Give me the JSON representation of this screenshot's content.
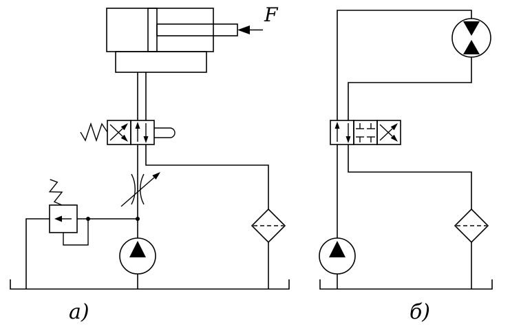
{
  "page": {
    "background": "#ffffff",
    "line_color": "#000000"
  },
  "labels": {
    "force": "F",
    "caption_a": "а)",
    "caption_b": "б)"
  },
  "components": {
    "circuit_a": [
      "hydraulic-cylinder",
      "force-arrow",
      "directional-valve-2-position-spring-return",
      "adjustable-throttle-valve",
      "pressure-relief-valve",
      "pump",
      "filter",
      "tank"
    ],
    "circuit_b": [
      "hydraulic-motor",
      "directional-valve-3-position-closed-center",
      "pump",
      "filter",
      "tank"
    ]
  }
}
